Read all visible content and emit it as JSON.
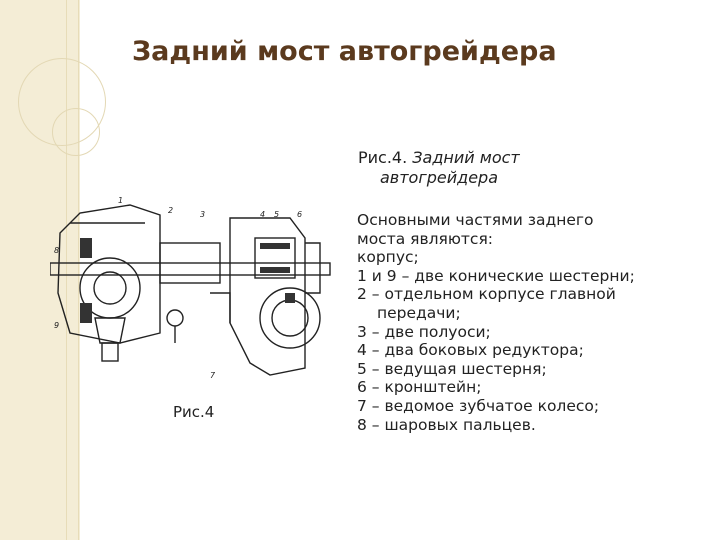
{
  "slide": {
    "title": "Задний мост автогрейдера",
    "caption_prefix": "Рис.4.",
    "caption_title_line1": "Задний мост",
    "caption_title_line2": "автогрейдера",
    "figure_label": "Рис.4",
    "figure_numbers": [
      "1",
      "2",
      "3",
      "4",
      "5",
      "6",
      "7",
      "8",
      "9"
    ],
    "description_lines": [
      "Основными частями заднего",
      "моста являются:",
      "корпус;",
      "1 и 9 – две конические шестерни;",
      "2 – отдельном корпусе главной",
      "передачи;",
      "3 – две полуоси;",
      "4 – два боковых редуктора;",
      "5 – ведущая шестерня;",
      "6 – кронштейн;",
      "7 – ведомое зубчатое колесо;",
      "8 – шаровых пальцев."
    ]
  },
  "colors": {
    "title": "#5b3a1e",
    "band": "#f4edd6",
    "text": "#222222"
  }
}
